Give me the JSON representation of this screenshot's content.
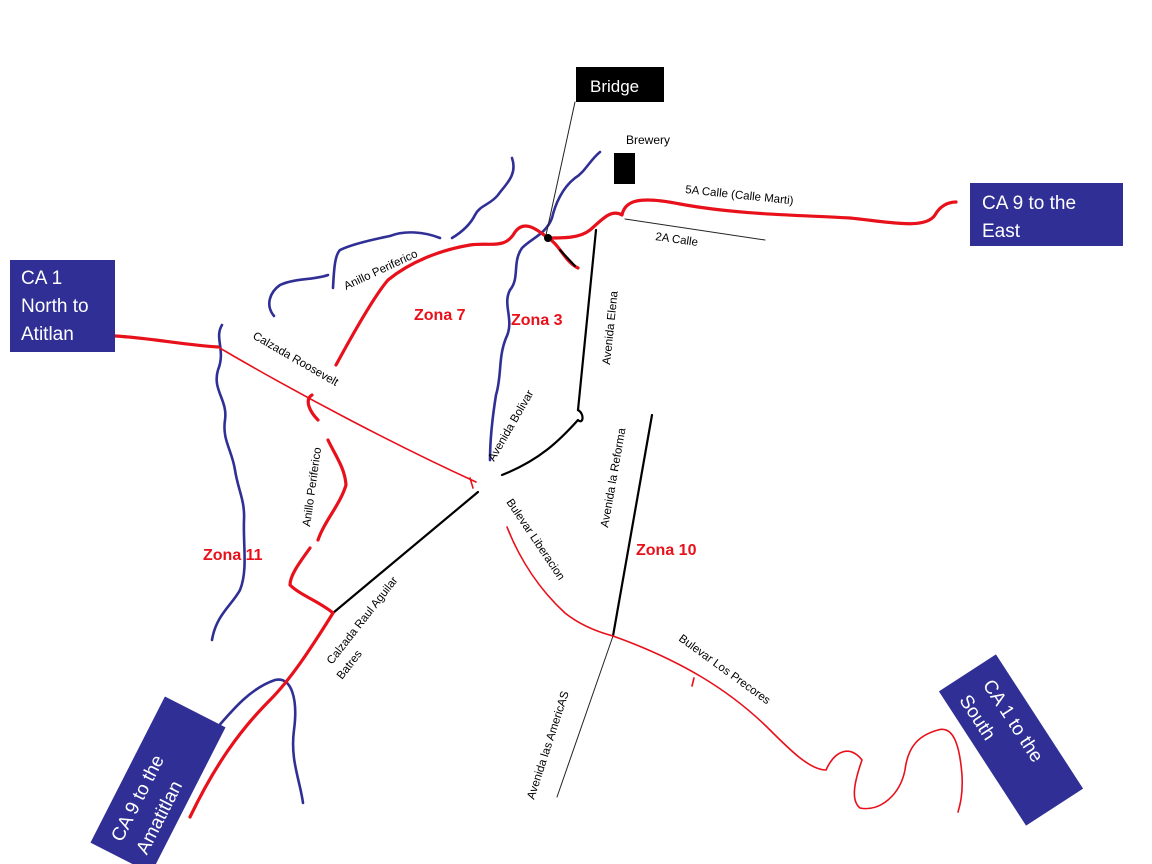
{
  "colors": {
    "road_main": "#e8101a",
    "river": "#2f2f95",
    "road_secondary": "#000000",
    "route_box": "#2f2f95",
    "route_text": "#ffffff",
    "zona_text": "#e8101a"
  },
  "routes": {
    "ca1_north": [
      "CA 1",
      "North to",
      "Atitlan"
    ],
    "ca9_east": [
      "CA 9 to the",
      "East"
    ],
    "ca9_amatitlan": [
      "CA 9 to the",
      "Amatitlan"
    ],
    "ca1_south": [
      "CA 1 to the",
      "South"
    ]
  },
  "landmarks": {
    "bridge": "Bridge",
    "brewery": "Brewery"
  },
  "zonas": {
    "zona7": "Zona 7",
    "zona3": "Zona 3",
    "zona11": "Zona 11",
    "zona10": "Zona 10"
  },
  "streets": {
    "calle_5a": "5A Calle (Calle Marti)",
    "calle_2a": "2A Calle",
    "anillo_periferico_north": "Anillo Periferico",
    "anillo_periferico_west": "Anillo Periferico",
    "calzada_roosevelt": "Calzada Roosevelt",
    "avenida_elena": "Avenida Elena",
    "avenida_bolivar": "Avenida Bolivar",
    "avenida_la_reforma": "Avenida la Reforma",
    "bulevar_liberacion": "Bulevar Liberacion",
    "calzada_raul": [
      "Calzada Raul Aguilar",
      "Batres"
    ],
    "avenida_las_americas": "Avenida las AmericAS",
    "bulevar_los_proceres": "Bulevar Los Precores"
  }
}
